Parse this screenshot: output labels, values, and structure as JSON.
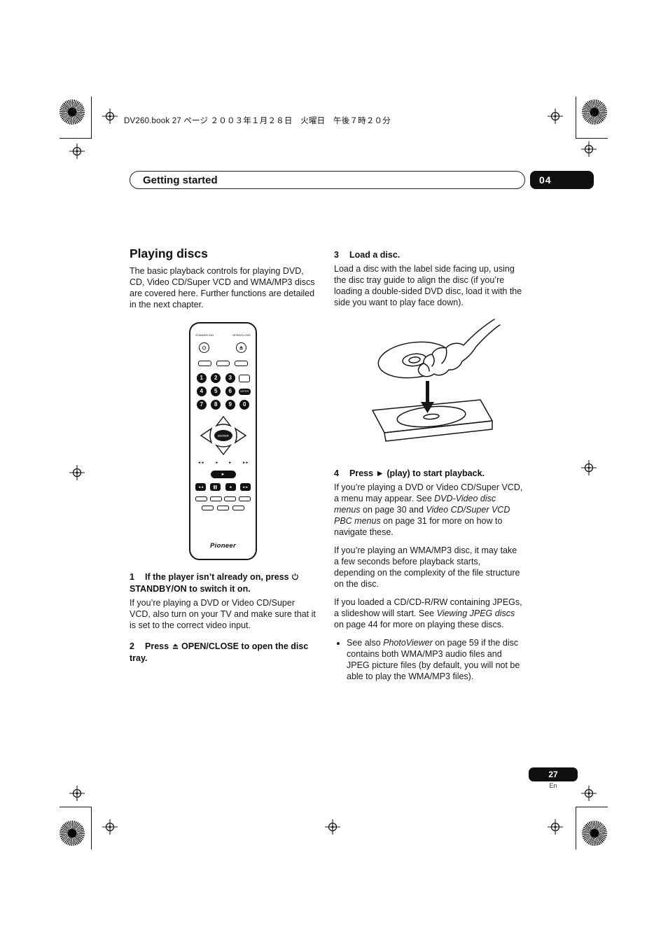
{
  "print_header": {
    "text": "DV260.book  27 ページ  ２００３年１月２８日　火曜日　午後７時２０分"
  },
  "chapter": {
    "title": "Getting started",
    "number": "04"
  },
  "footer": {
    "page_number": "27",
    "lang": "En"
  },
  "left": {
    "section_title": "Playing discs",
    "intro": "The basic playback controls for playing DVD, CD, Video CD/Super VCD and WMA/MP3 discs are covered here. Further functions are detailed in the next chapter.",
    "step1": {
      "num": "1",
      "pre": "If the player isn’t already on, press ",
      "post": " STANDBY/ON to switch it on.",
      "body": "If you’re playing a DVD or Video CD/Super VCD, also turn on your TV and make sure that it is set to the correct video input."
    },
    "step2": {
      "num": "2",
      "pre": "Press ",
      "post": " OPEN/CLOSE to open the disc tray."
    }
  },
  "right": {
    "step3": {
      "num": "3",
      "title": "Load a disc.",
      "body": "Load a disc with the label side facing up, using the disc tray guide to align the disc (if you’re loading a double-sided DVD disc, load it with the side you want to play face down)."
    },
    "step4": {
      "num": "4",
      "title": "Press ► (play) to start playback.",
      "p1": [
        {
          "t": "If you’re playing a DVD or Video CD/Super VCD, a menu may appear. See "
        },
        {
          "t": "DVD-Video disc menus",
          "i": true
        },
        {
          "t": " on page 30 and "
        },
        {
          "t": "Video CD/Super VCD PBC menus",
          "i": true
        },
        {
          "t": " on page 31 for more on how to navigate these."
        }
      ],
      "p2": [
        {
          "t": "If you’re playing an WMA/MP3 disc, it may take a few seconds before playback starts, depending on the complexity of the file structure on the disc."
        }
      ],
      "p3": [
        {
          "t": "If you loaded a CD/CD-R/RW containing JPEGs, a slideshow will start. See "
        },
        {
          "t": "Viewing JPEG discs",
          "i": true
        },
        {
          "t": " on page 44 for more on playing these discs."
        }
      ],
      "bullet": [
        {
          "t": "See also "
        },
        {
          "t": "PhotoViewer",
          "i": true
        },
        {
          "t": " on page 59 if the disc contains both WMA/MP3 audio files and JPEG picture files (by default, you will not be able to play the WMA/MP3 files)."
        }
      ]
    }
  },
  "remote": {
    "standby_label": "STANDBY/ON",
    "openclose_label": "OPEN/CLOSE",
    "digits": [
      "1",
      "2",
      "3",
      "4",
      "5",
      "6",
      "7",
      "8",
      "9",
      "0"
    ],
    "enter_key": "ENTER",
    "enter_center": "ENTER",
    "scan": [
      "◄◄",
      "◄",
      "►",
      "►►"
    ],
    "play": "►",
    "transport": [
      "◄◄",
      "▌▌",
      "■",
      "►►"
    ],
    "brand": "Pioneer"
  }
}
